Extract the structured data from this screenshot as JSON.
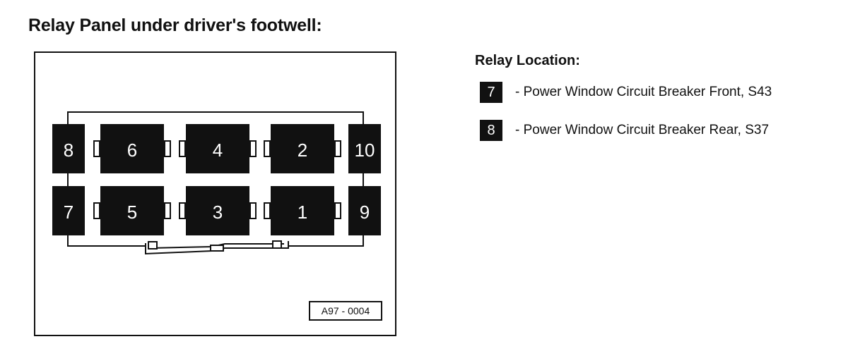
{
  "title": "Relay Panel under driver's footwell:",
  "panel": {
    "relays_top": [
      "8",
      "6",
      "4",
      "2",
      "10"
    ],
    "relays_bottom": [
      "7",
      "5",
      "3",
      "1",
      "9"
    ],
    "reference_code": "A97 - 0004"
  },
  "legend": {
    "title": "Relay Location:",
    "items": [
      {
        "number": "7",
        "text": "- Power Window Circuit Breaker Front, S43"
      },
      {
        "number": "8",
        "text": "- Power Window Circuit Breaker Rear, S37"
      }
    ]
  },
  "colors": {
    "relay_fill": "#111111",
    "relay_text": "#ffffff",
    "line": "#111111"
  }
}
